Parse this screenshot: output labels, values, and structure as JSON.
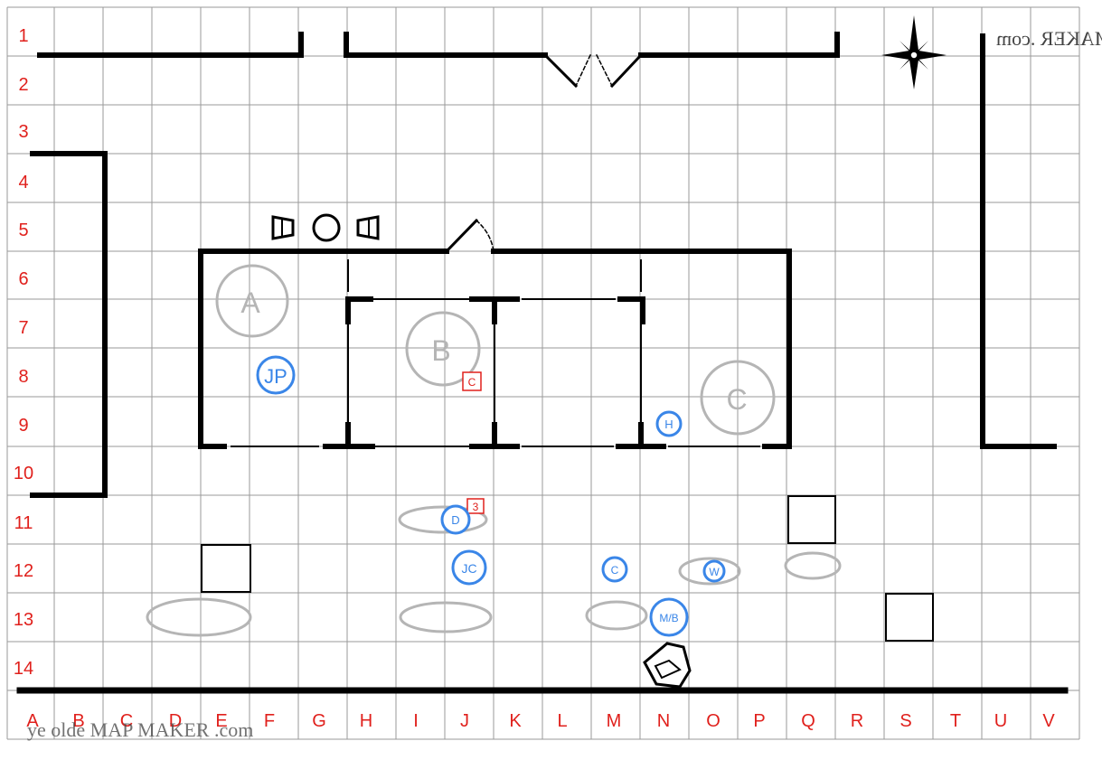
{
  "grid": {
    "columns": [
      "A",
      "B",
      "C",
      "D",
      "E",
      "F",
      "G",
      "H",
      "I",
      "J",
      "K",
      "L",
      "M",
      "N",
      "O",
      "P",
      "Q",
      "R",
      "S",
      "T",
      "U",
      "V"
    ],
    "rows": [
      "1",
      "2",
      "3",
      "4",
      "5",
      "6",
      "7",
      "8",
      "9",
      "10",
      "11",
      "12",
      "13",
      "14"
    ]
  },
  "areas": [
    {
      "id": "A",
      "label": "A"
    },
    {
      "id": "B",
      "label": "B"
    },
    {
      "id": "C",
      "label": "C"
    }
  ],
  "tokens": [
    {
      "id": "jp",
      "label": "JP"
    },
    {
      "id": "h",
      "label": "H"
    },
    {
      "id": "d",
      "label": "D"
    },
    {
      "id": "jc",
      "label": "JC"
    },
    {
      "id": "c-small",
      "label": "C"
    },
    {
      "id": "w",
      "label": "W"
    },
    {
      "id": "mb",
      "label": "M/B"
    }
  ],
  "markers": [
    {
      "id": "marker-c",
      "label": "C"
    },
    {
      "id": "marker-3",
      "label": "3"
    }
  ],
  "logo_top": "ye olde MAP MAKER .com",
  "logo_bottom": "ye olde MAP MAKER .com",
  "colors": {
    "grid_line": "#9a9a9a",
    "wall": "#000000",
    "label": "#e0201c",
    "token": "#3a86e8",
    "area_circle": "#b5b5b5"
  }
}
